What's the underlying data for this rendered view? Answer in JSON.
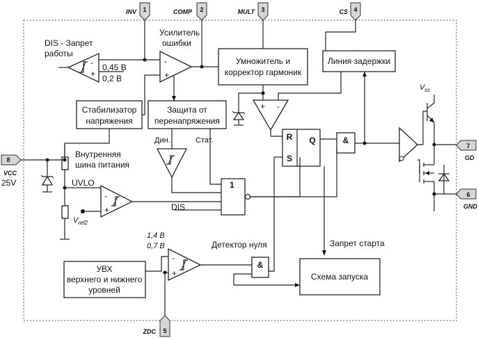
{
  "pins": {
    "inv": {
      "number": "1",
      "name": "INV"
    },
    "comp": {
      "number": "2",
      "name": "COMP"
    },
    "mult": {
      "number": "3",
      "name": "MULT"
    },
    "cs": {
      "number": "4",
      "name": "CS"
    },
    "zdc": {
      "number": "5",
      "name": "ZDC"
    },
    "gnd": {
      "number": "6",
      "name": "GND"
    },
    "gd": {
      "number": "7",
      "name": "GD"
    },
    "vcc": {
      "number": "8",
      "name": "VCC",
      "voltage": "25V"
    }
  },
  "blocks": {
    "multiplier": {
      "line1": "Умножитель и",
      "line2": "корректор гармоник"
    },
    "delay_line": {
      "label": "Линия задержки"
    },
    "stabilizer": {
      "line1": "Стабилизатор",
      "line2": "напряжения"
    },
    "ovp": {
      "line1": "Защита от",
      "line2": "перенапряжения"
    },
    "uvx": {
      "line1": "УВХ",
      "line2": "верхнего и нижнего",
      "line3": "уровней"
    },
    "startup": {
      "label": "Схема запуска"
    },
    "rs_latch": {
      "r": "R",
      "s": "S",
      "q": "Q"
    },
    "or_gate": {
      "label": "1"
    },
    "and_gate_drive": {
      "label": "&"
    },
    "and_gate_zero": {
      "label": "&"
    }
  },
  "labels": {
    "dis_line1": "DIS - Запрет",
    "dis_line2": "работы",
    "thr_high": "0,45 В",
    "thr_low": "0,2 В",
    "amp_line1": "Усилитель",
    "amp_line2": "ошибки",
    "internal_bus_line1": "Внутренняя",
    "internal_bus_line2": "шина питания",
    "uvlo": "UVLO",
    "vref2_main": "V",
    "vref2_sub": "ref2",
    "dis": "DIS",
    "din": "Дин.",
    "stat": "Стат.",
    "zero_detector": "Детектор нуля",
    "zdc_thr_high": "1,4 В",
    "zdc_thr_low": "0,7 В",
    "start_inhibit": "Запрет старта",
    "vcc_main": "V",
    "vcc_sub": "cc",
    "plus": "+",
    "minus": "-"
  }
}
